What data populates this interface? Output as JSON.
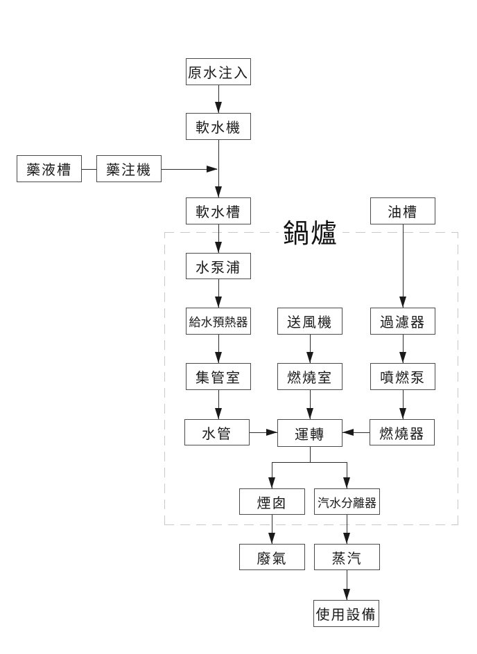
{
  "diagram": {
    "boiler_label": "鍋爐",
    "nodes": {
      "raw_water_inlet": "原水注入",
      "water_softener": "軟水機",
      "chemical_tank": "藥液槽",
      "chemical_injector": "藥注機",
      "soft_water_tank": "軟水槽",
      "oil_tank": "油槽",
      "water_pump": "水泵浦",
      "feedwater_preheater": "給水預熱器",
      "blower": "送風機",
      "oil_filter": "過濾器",
      "header_room": "集管室",
      "combustion_chamber": "燃燒室",
      "burner_pump": "噴燃泵",
      "water_tubes": "水管",
      "operation": "運轉",
      "burner": "燃燒器",
      "chimney": "煙囱",
      "steam_separator": "汽水分離器",
      "waste_gas": "廢氣",
      "steam": "蒸汽",
      "using_equipment": "使用設備"
    },
    "colors": {
      "line": "#2b2b2b",
      "box_border": "#4a4a4a",
      "dashed_border": "#c8c8c8",
      "text": "#1a1a1a",
      "background": "#ffffff"
    }
  }
}
